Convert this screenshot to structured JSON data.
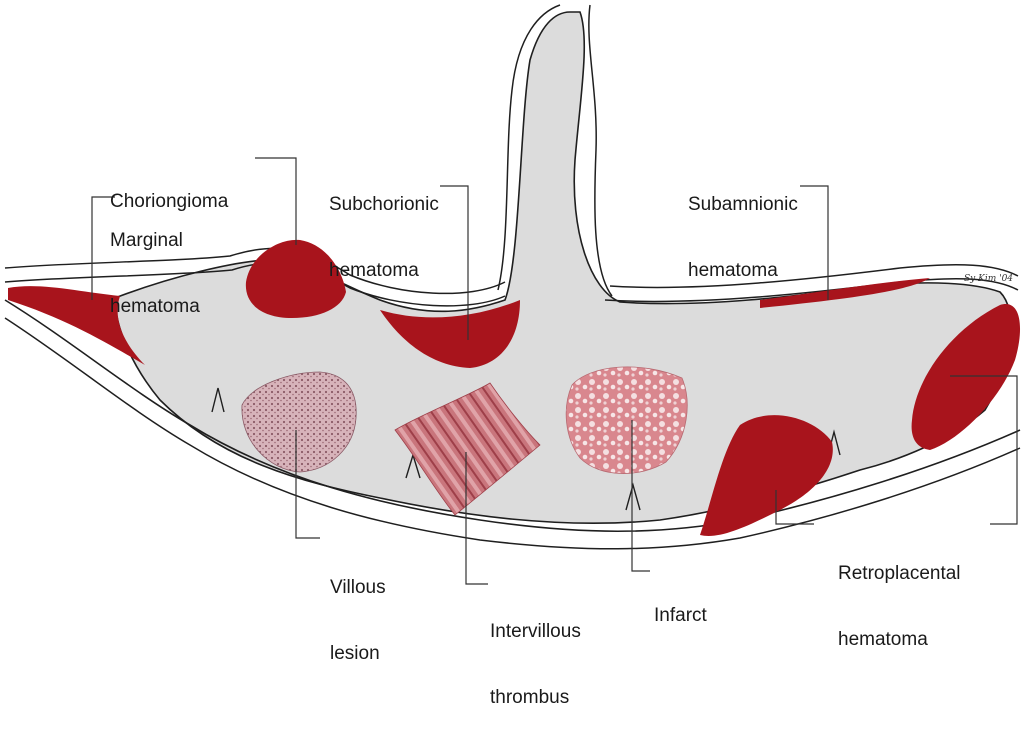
{
  "colors": {
    "tissue": "#dcdcdc",
    "outline": "#1f1f1f",
    "hematoma": "#a8141c",
    "villous": "#c9a0a8",
    "thrombus": "#c46a72",
    "infarct": "#d98a90",
    "leader": "#333333"
  },
  "labels": {
    "chorioangioma": [
      "Choriongioma"
    ],
    "marginal": [
      "Marginal",
      "hematoma"
    ],
    "subchorionic": [
      "Subchorionic",
      "hematoma"
    ],
    "subamnionic": [
      "Subamnionic",
      "hematoma"
    ],
    "villous": [
      "Villous",
      "lesion"
    ],
    "thrombus": [
      "Intervillous",
      "thrombus"
    ],
    "infarct": [
      "Infarct"
    ],
    "retroplacental": [
      "Retroplacental",
      "hematoma"
    ]
  },
  "signature": "Sy Kim '04"
}
